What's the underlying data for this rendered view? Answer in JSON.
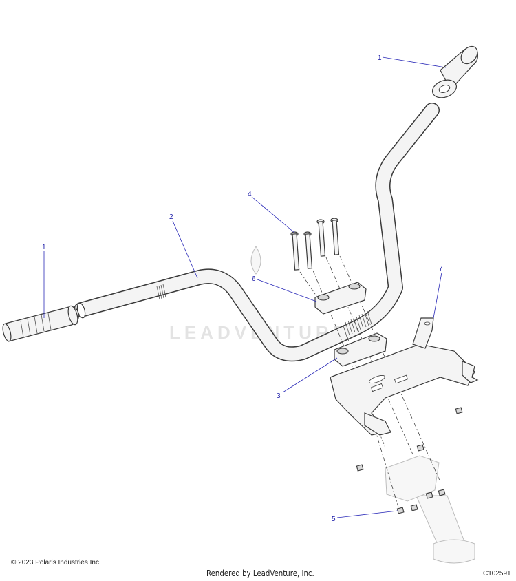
{
  "watermark": {
    "text": "LEADVENTURE"
  },
  "callouts": {
    "c1_right": "1",
    "c1_left": "1",
    "c2": "2",
    "c3": "3",
    "c4": "4",
    "c5": "5",
    "c6": "6",
    "c7": "7"
  },
  "footer": {
    "copyright": "© 2023 Polaris Industries Inc.",
    "rendered_by": "Rendered by LeadVenture, Inc.",
    "figure_id": "C102591"
  },
  "colors": {
    "callout": "#1a1aa8",
    "line": "#3a3a3a"
  }
}
